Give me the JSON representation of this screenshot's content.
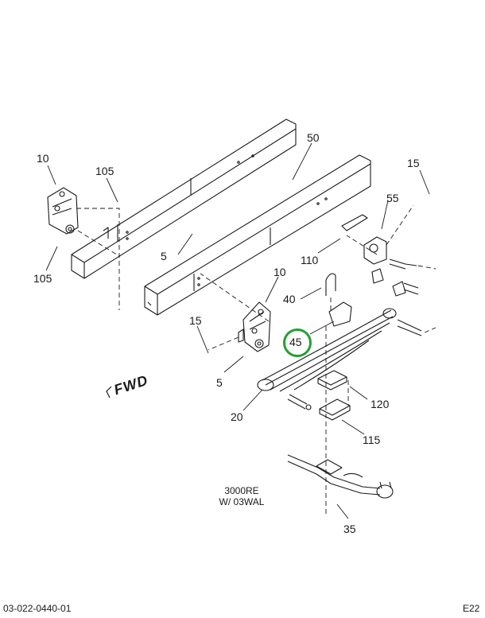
{
  "callouts": {
    "c10_top": "10",
    "c105_top": "105",
    "c105_bottom": "105",
    "c50": "50",
    "c15_right": "15",
    "c55": "55",
    "c5_center": "5",
    "c110": "110",
    "c10_mid": "10",
    "c40": "40",
    "c15_left": "15",
    "c45": "45",
    "c5_lower": "5",
    "c120": "120",
    "c20": "20",
    "c115": "115",
    "c35": "35"
  },
  "fwd_label": "FWD",
  "model_caption": {
    "line1": "3000RE",
    "line2": "W/ 03WAL"
  },
  "footer": {
    "drawing_number": "03-022-0440-01",
    "sheet_code": "E22"
  },
  "colors": {
    "line": "#1a1a1a",
    "highlight": "#22a032"
  }
}
